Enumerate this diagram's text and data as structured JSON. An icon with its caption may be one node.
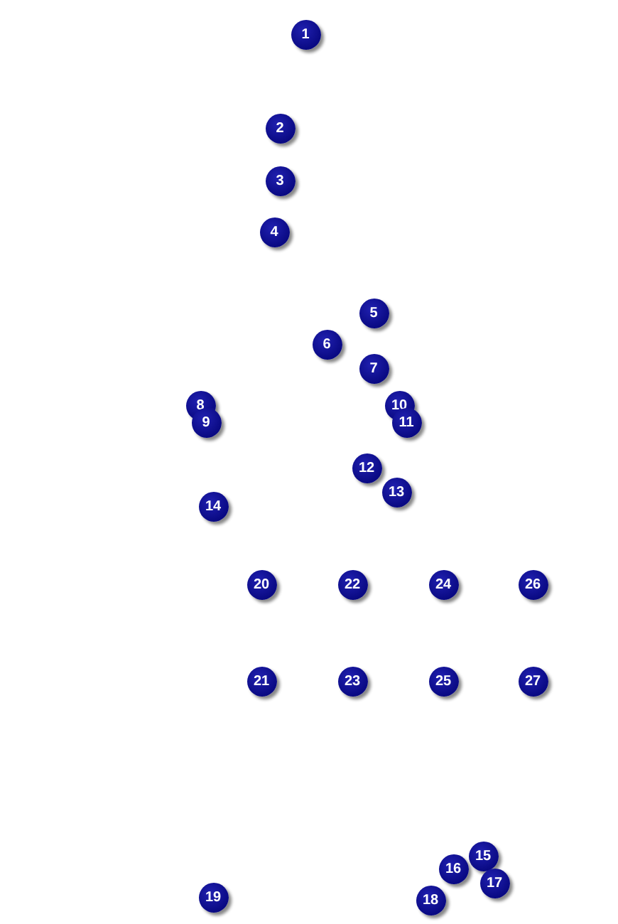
{
  "diagram": {
    "labels": [
      "1",
      "2",
      "3",
      "4",
      "5",
      "6",
      "7",
      "8",
      "9",
      "10",
      "11",
      "12",
      "13",
      "14",
      "15",
      "16",
      "17",
      "18",
      "19",
      "20",
      "21",
      "22",
      "23",
      "24",
      "25",
      "26",
      "27"
    ]
  }
}
